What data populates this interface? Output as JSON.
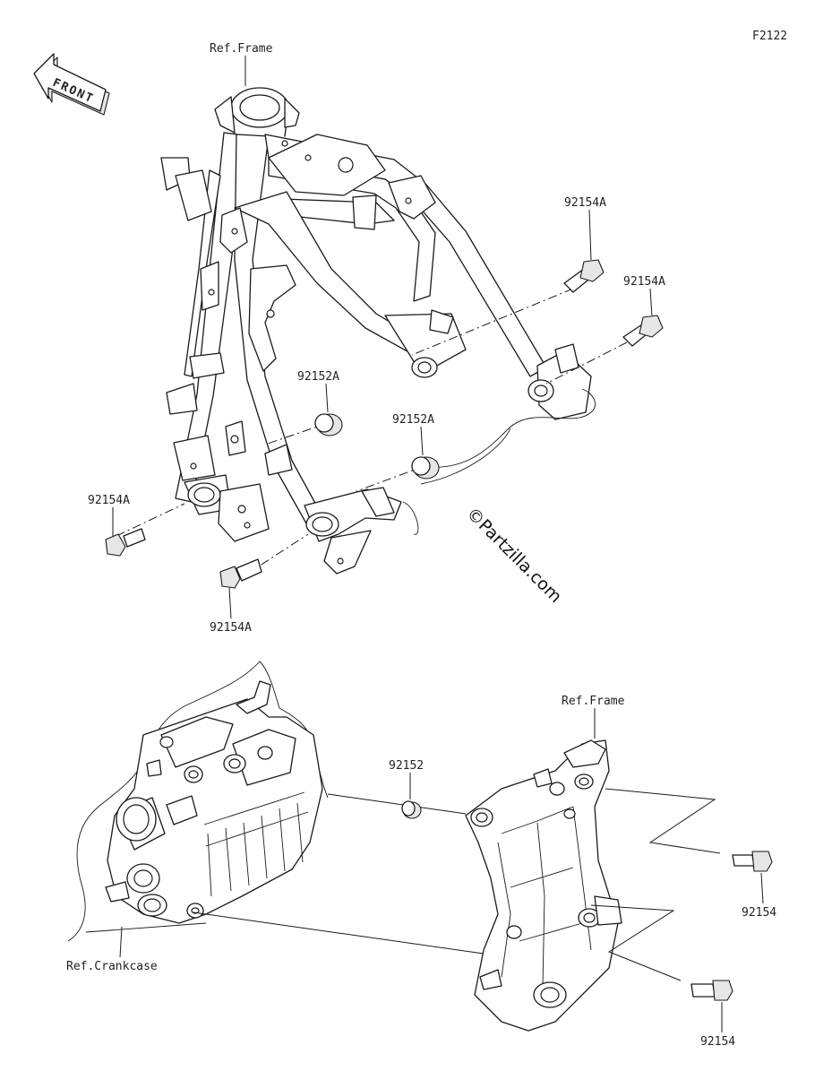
{
  "diagram_code": "F2122",
  "front_label": "FRONT",
  "watermark": "©Partzilla.com",
  "labels": {
    "ref_frame_top": "Ref.Frame",
    "ref_frame_bottom": "Ref.Frame",
    "ref_crankcase": "Ref.Crankcase",
    "bolt_top_right_1": "92154A",
    "bolt_top_right_2": "92154A",
    "spacer_1": "92152A",
    "spacer_2": "92152A",
    "bolt_left_1": "92154A",
    "bolt_left_2": "92154A",
    "spacer_bottom": "92152",
    "bolt_bottom_1": "92154",
    "bolt_bottom_2": "92154"
  }
}
